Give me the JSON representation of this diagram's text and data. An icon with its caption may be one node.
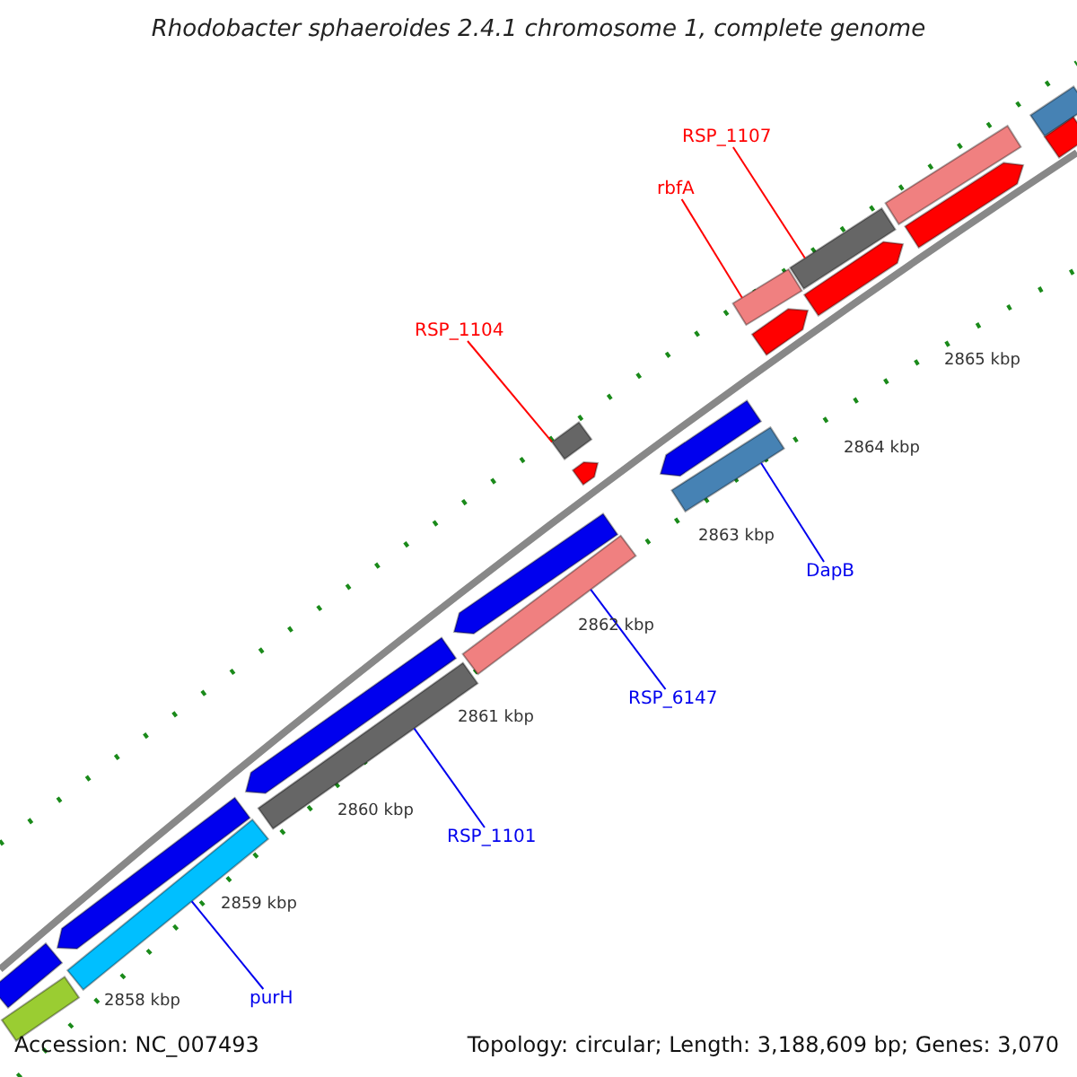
{
  "diagram": {
    "title": "Rhodobacter sphaeroides 2.4.1 chromosome 1, complete genome",
    "nodes": [
      {
        "text": [
          "RSP_1107"
        ]
      },
      {
        "text": [],
        "shape": "bar"
      },
      {
        "text": [
          "rbfA"
        ]
      },
      {
        "text": [],
        "shape": "bar"
      },
      {
        "text": [
          "RSP_1104"
        ]
      },
      {
        "text": [],
        "shape": "bar"
      },
      {
        "text": [
          "DapB"
        ]
      },
      {
        "text": [],
        "shape": "bar"
      },
      {
        "text": [
          "RSP_6147"
        ]
      },
      {
        "text": [],
        "shape": "bar"
      },
      {
        "text": [
          "RSP_1101"
        ]
      },
      {
        "text": [],
        "shape": "bar"
      },
      {
        "text": [
          "purH"
        ]
      },
      {
        "text": [],
        "shape": "bar"
      },
      {
        "text": [],
        "shape": "bar"
      },
      {
        "text": [],
        "shape": "bar"
      },
      {
        "text": [],
        "shape": "bar"
      },
      {
        "text": [],
        "shape": "bar"
      },
      {
        "text": [],
        "shape": "bar"
      },
      {
        "text": [],
        "shape": "bar"
      },
      {
        "text": [],
        "shape": "bar"
      },
      {
        "text": [],
        "shape": "bar"
      },
      {
        "text": [],
        "shape": "bar"
      },
      {
        "text": [],
        "shape": "bar"
      },
      {
        "text": [],
        "shape": "bar"
      },
      {
        "text": [],
        "shape": "bar"
      },
      {
        "text": [],
        "shape": "bar"
      }
    ],
    "edges": [
      {
        "from": 0,
        "to": 1,
        "arrow": "none",
        "color": "#ff0000"
      },
      {
        "from": 2,
        "to": 3,
        "arrow": "none",
        "color": "#ff0000"
      },
      {
        "from": 4,
        "to": 5,
        "arrow": "none",
        "color": "#ff0000"
      },
      {
        "from": 6,
        "to": 7,
        "arrow": "none"
      },
      {
        "from": 8,
        "to": 9,
        "arrow": "none"
      },
      {
        "from": 10,
        "to": 11,
        "arrow": "none"
      },
      {
        "from": 12,
        "to": 13,
        "arrow": "none"
      }
    ],
    "labels": [
      "2865 kbp",
      "2864 kbp",
      "2863 kbp",
      "2862 kbp",
      "2861 kbp",
      "2860 kbp",
      "2859 kbp",
      "2858 kbp",
      "Accession: NC_007493",
      "Topology: circular; Length: 3,188,609 bp; Genes: 3,070"
    ]
  }
}
